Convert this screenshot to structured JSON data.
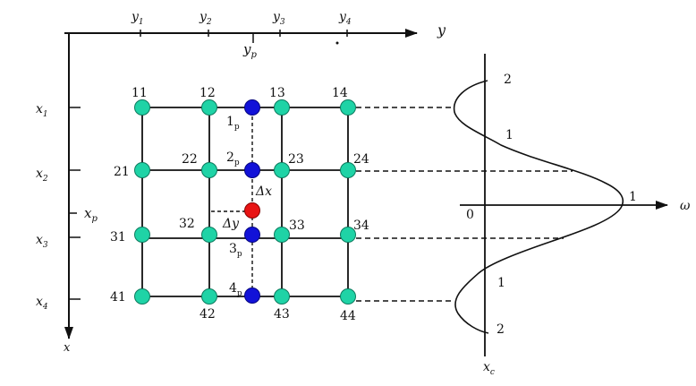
{
  "axes": {
    "y_axis_label": "y",
    "x_axis_label": "x",
    "y_ticks": [
      {
        "main": "y",
        "sub": "1"
      },
      {
        "main": "y",
        "sub": "2"
      },
      {
        "main": "y",
        "sub": "3"
      },
      {
        "main": "y",
        "sub": "4"
      }
    ],
    "x_ticks": [
      {
        "main": "x",
        "sub": "1"
      },
      {
        "main": "x",
        "sub": "2"
      },
      {
        "main": "x",
        "sub": "3"
      },
      {
        "main": "x",
        "sub": "4"
      }
    ],
    "yp_label": {
      "main": "y",
      "sub": "p"
    },
    "xp_label": {
      "main": "x",
      "sub": "p"
    }
  },
  "grid_nodes": [
    "11",
    "12",
    "13",
    "14",
    "21",
    "22",
    "23",
    "24",
    "31",
    "32",
    "33",
    "34",
    "41",
    "42",
    "43",
    "44"
  ],
  "interp_points": [
    {
      "main": "1",
      "sub": "p"
    },
    {
      "main": "2",
      "sub": "p"
    },
    {
      "main": "3",
      "sub": "p"
    },
    {
      "main": "4",
      "sub": "p"
    }
  ],
  "delta_labels": {
    "dx": "Δx",
    "dy": "Δy"
  },
  "kernel_plot": {
    "w_axis_label": "ω",
    "xc_axis_label": {
      "main": "x",
      "sub": "c"
    },
    "origin_label": "0",
    "level_labels": [
      "2",
      "1",
      "1",
      "1",
      "2"
    ]
  },
  "colors": {
    "grid_node": "#1fd3a6",
    "interp_point": "#1212d8",
    "target_point": "#e81414",
    "line": "#111111"
  }
}
